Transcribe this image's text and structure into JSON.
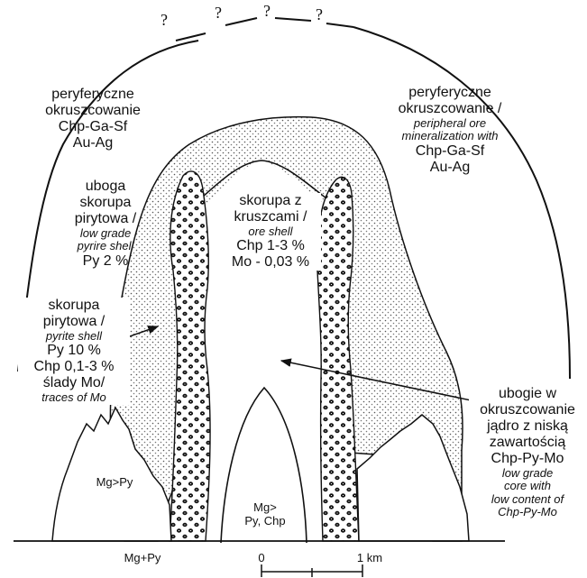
{
  "question_marks": [
    "?",
    "?",
    "?",
    "?"
  ],
  "labels": {
    "peripheral_left": [
      "peryferyczne",
      "okruszcowanie",
      "Chp-Ga-Sf",
      "Au-Ag"
    ],
    "peripheral_right": [
      "peryferyczne",
      "okruszcowanie /",
      "peripheral ore",
      "mineralization with",
      "Chp-Ga-Sf",
      "Au-Ag"
    ],
    "low_grade_pyrite": [
      "uboga",
      "skorupa",
      "pirytowa /",
      "low grade",
      "pyrire shell",
      "Py 2 %"
    ],
    "ore_shell": [
      "skorupa z",
      "kruszcami /",
      "ore shell",
      "Chp 1-3 %",
      "Mo - 0,03 %"
    ],
    "pyrite_shell": [
      "skorupa",
      "pirytowa /",
      "pyrite shell",
      "Py 10 %",
      "Chp 0,1-3 %",
      "ślady Mo/",
      "traces of Mo"
    ],
    "core": [
      "ubogie w",
      "okruszcowanie",
      "jądro z niską",
      "zawartością",
      "Chp-Py-Mo",
      "low grade",
      "core with",
      "low content of",
      "Chp-Py-Mo"
    ],
    "mg_py": "Mg>Py",
    "mg_py_chp": [
      "Mg>",
      "Py, Chp"
    ],
    "mg_plus_py": "Mg+Py"
  },
  "scale": {
    "start": "0",
    "end": "1 km"
  }
}
